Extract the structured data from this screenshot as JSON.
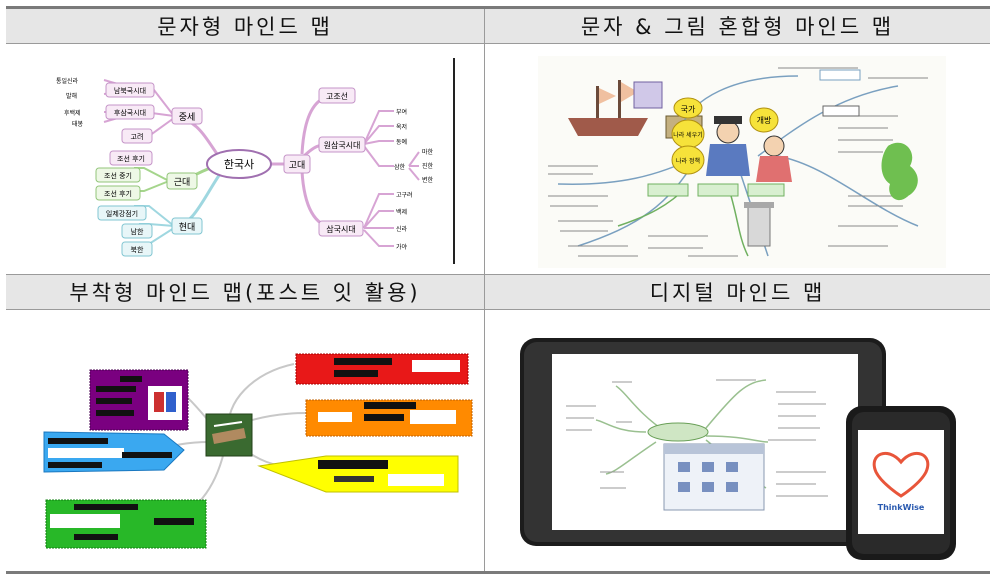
{
  "headers": {
    "h1": "문자형 마인드 맵",
    "h2": "문자 & 그림 혼합형 마인드 맵",
    "h3": "부착형 마인드 맵(포스트 잇 활용)",
    "h4": "디지털 마인드 맵"
  },
  "map1": {
    "center": "한국사",
    "ancient": "고대",
    "medieval": "중세",
    "modern_era": "근대",
    "contemporary": "현대",
    "gojoseon": "고조선",
    "samhan": "원삼국시대",
    "samguk": "삼국시대",
    "nb": "남북국시대",
    "hu_sam": "후삼국시대",
    "goryeo": "고려",
    "joseon_late": "조선 후기",
    "joseon_mid": "조선 중기",
    "joseon_late2": "조선 후기",
    "japan": "일제강점기",
    "south": "남한",
    "north": "북한",
    "small_left": [
      "통일신라",
      "발해",
      "후백제",
      "태봉"
    ],
    "small_samhan": [
      "부여",
      "옥저",
      "동예",
      "삼한"
    ],
    "small_samhan_sub": [
      "마한",
      "진한",
      "변한"
    ],
    "small_samguk": [
      "고구려",
      "백제",
      "신라",
      "가야"
    ]
  },
  "map2": {
    "bubbles": [
      "국가",
      "나라 세우기",
      "나라 정책",
      "개방"
    ]
  },
  "map4": {
    "logo": "ThinkWise"
  }
}
